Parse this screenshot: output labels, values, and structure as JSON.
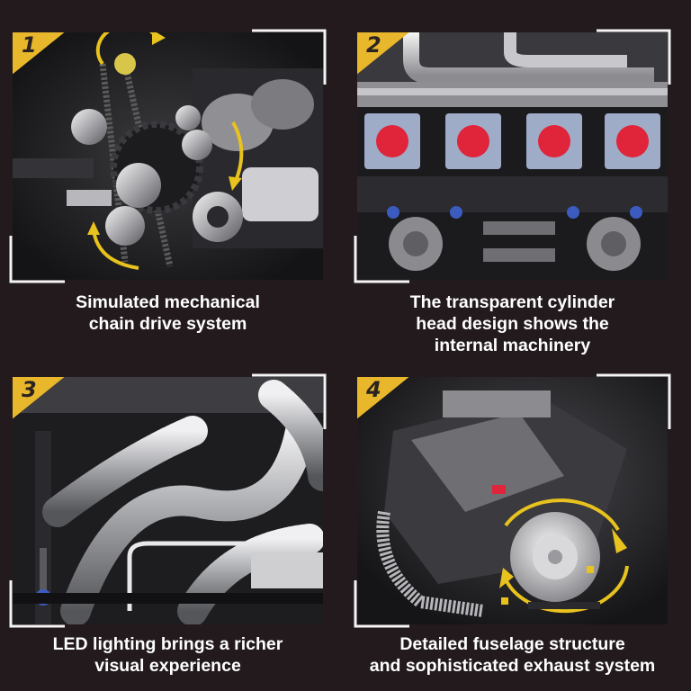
{
  "panels": [
    {
      "number": "1",
      "caption": "Simulated mechanical\nchain drive system"
    },
    {
      "number": "2",
      "caption": "The transparent cylinder\nhead design shows the\ninternal machinery"
    },
    {
      "number": "3",
      "caption": "LED lighting brings a richer\nvisual experience"
    },
    {
      "number": "4",
      "caption": "Detailed fuselage structure\nand sophisticated exhaust system"
    }
  ],
  "colors": {
    "background": "#231a1d",
    "badge": "#e9b72b",
    "arrow": "#e8c21e",
    "piston": "#e0243a",
    "caption": "#ffffff"
  }
}
